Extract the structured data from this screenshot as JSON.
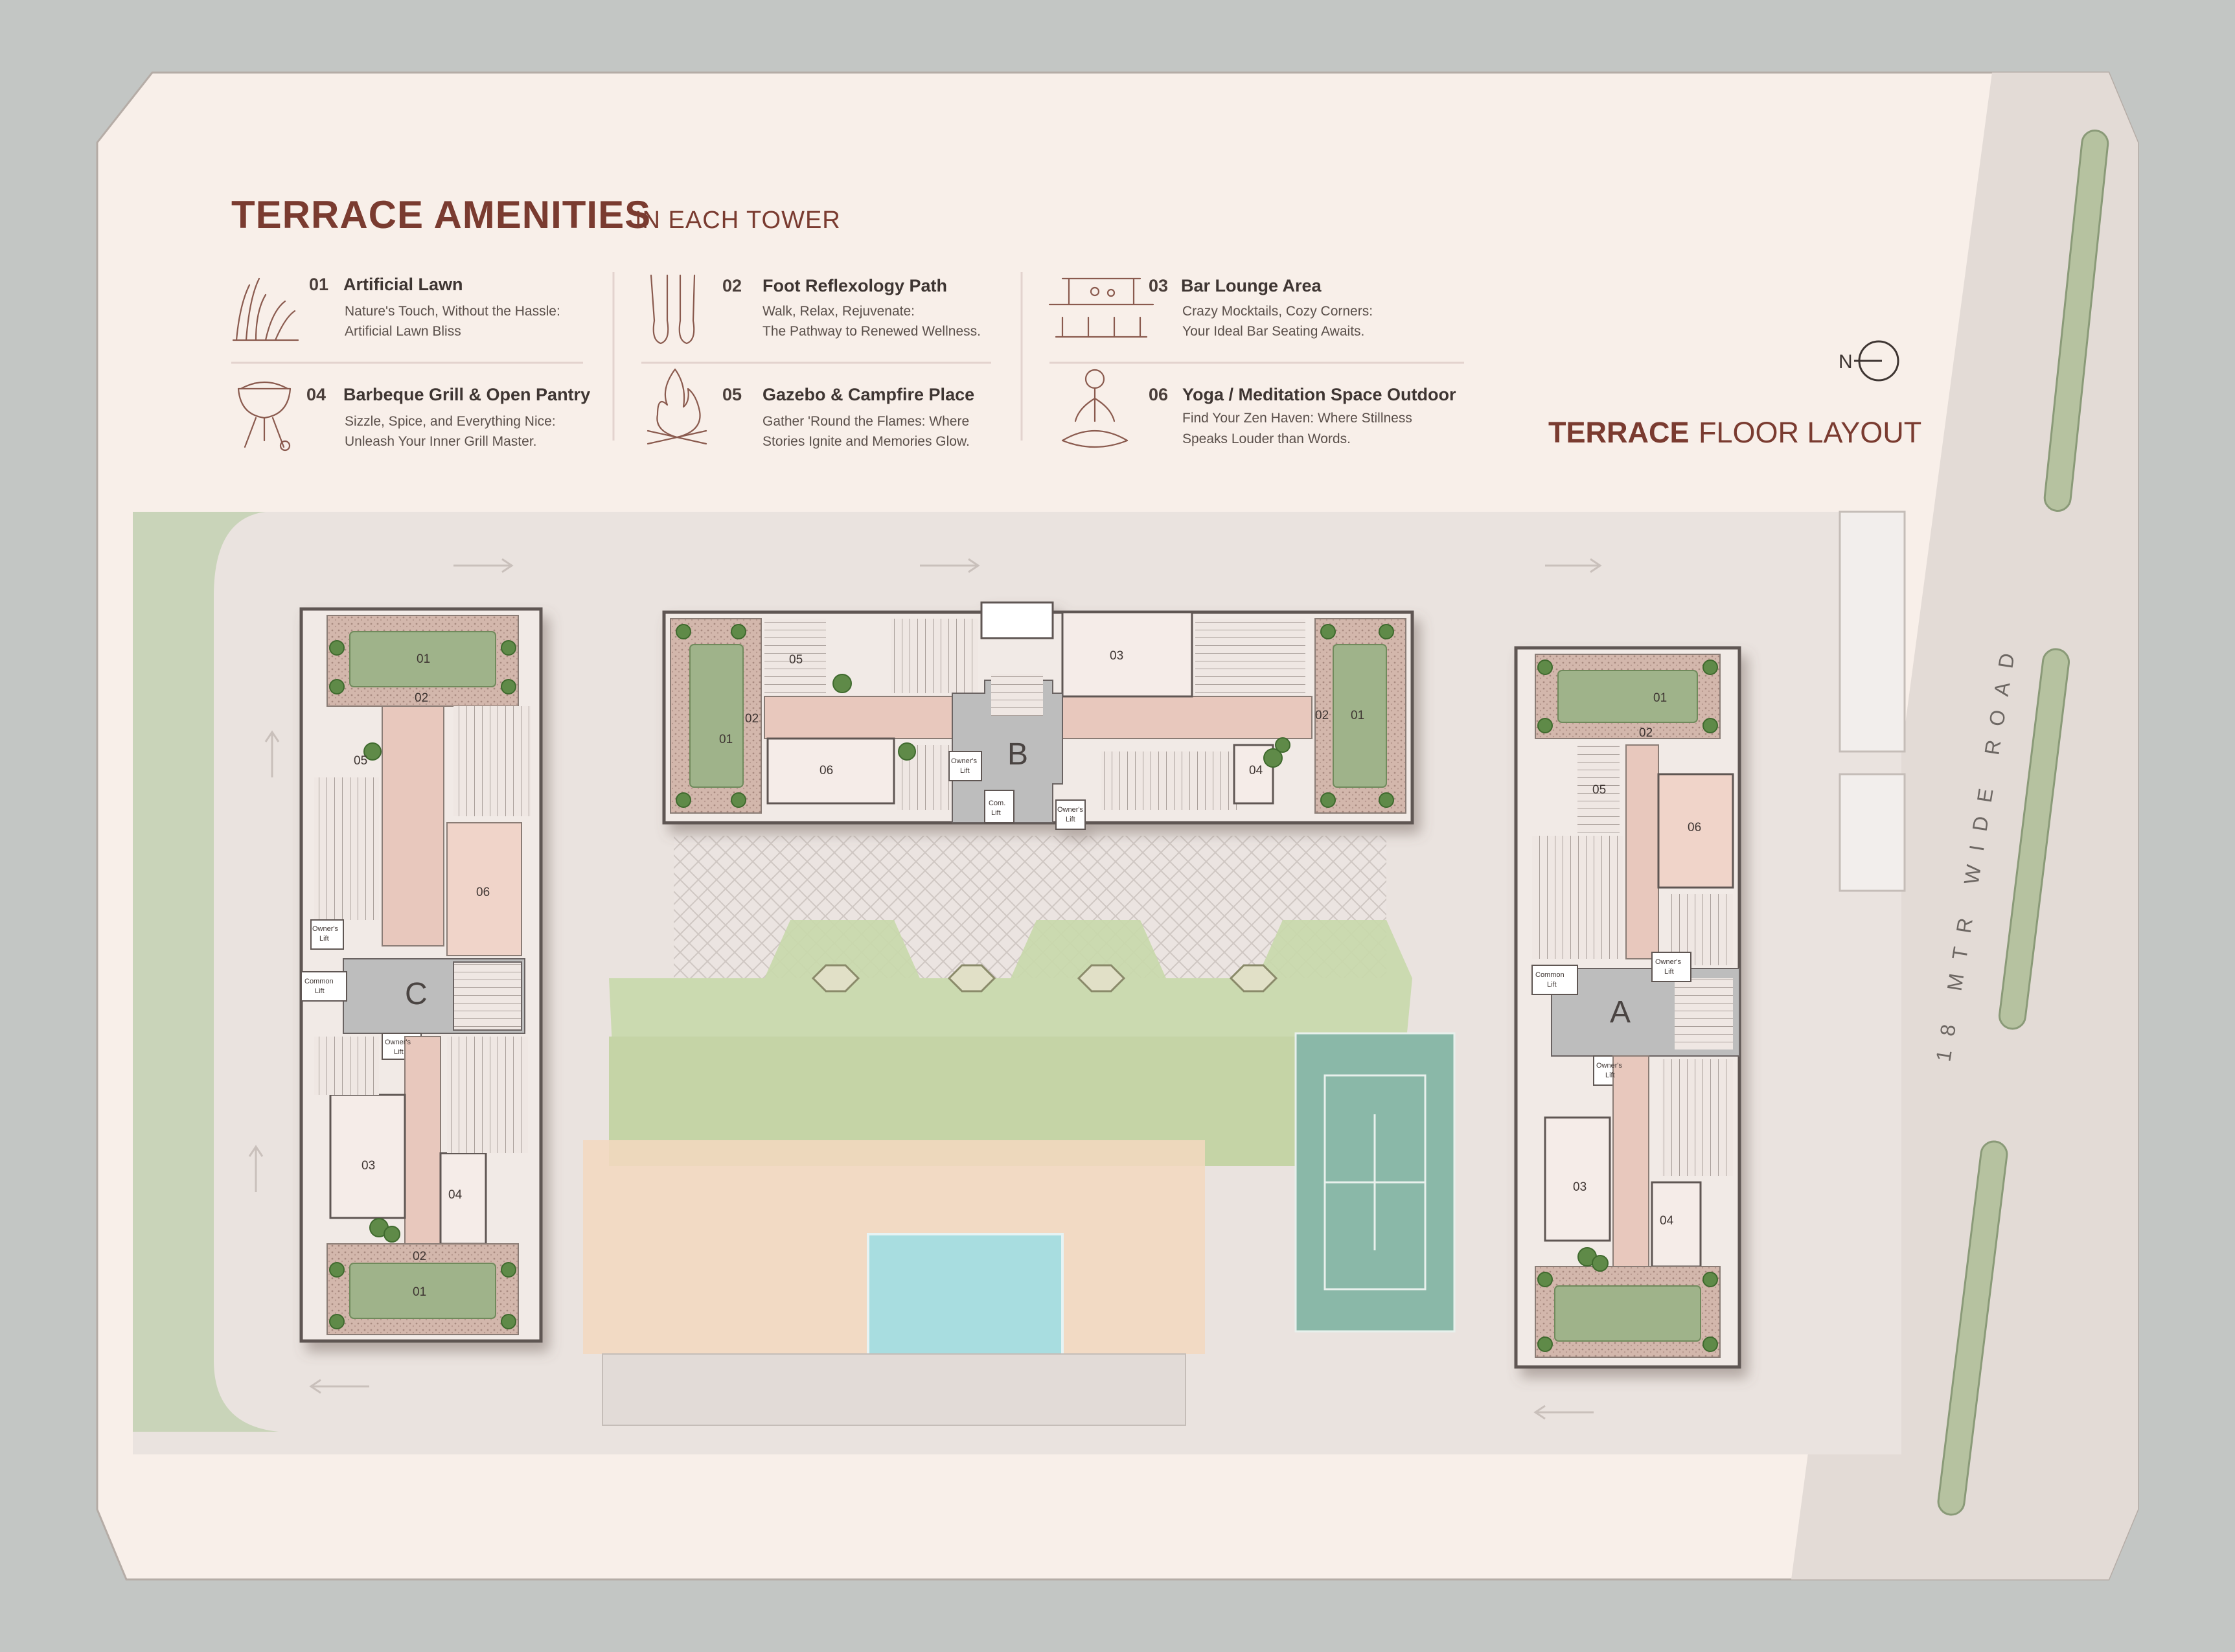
{
  "header": {
    "title": "TERRACE AMENITIES",
    "subtitle": "IN EACH TOWER"
  },
  "amenities": [
    {
      "number": "01",
      "name": "Artificial Lawn",
      "desc1": "Nature's Touch, Without the Hassle:",
      "desc2": "Artificial Lawn Bliss",
      "icon": "grass-icon"
    },
    {
      "number": "02",
      "name": "Foot Reflexology Path",
      "desc1": "Walk, Relax, Rejuvenate:",
      "desc2": "The Pathway to Renewed Wellness.",
      "icon": "feet-icon"
    },
    {
      "number": "03",
      "name": "Bar Lounge Area",
      "desc1": "Crazy Mocktails, Cozy Corners:",
      "desc2": "Your Ideal Bar Seating Awaits.",
      "icon": "bar-lounge-icon"
    },
    {
      "number": "04",
      "name": "Barbeque Grill & Open Pantry",
      "desc1": "Sizzle, Spice, and Everything Nice:",
      "desc2": "Unleash Your Inner Grill Master.",
      "icon": "grill-icon"
    },
    {
      "number": "05",
      "name": "Gazebo & Campfire Place",
      "desc1": "Gather 'Round the Flames: Where",
      "desc2": "Stories Ignite and Memories Glow.",
      "icon": "campfire-icon"
    },
    {
      "number": "06",
      "name": "Yoga / Meditation Space Outdoor",
      "desc1": "Find Your Zen Haven: Where Stillness",
      "desc2": "Speaks Louder than Words.",
      "icon": "yoga-icon"
    }
  ],
  "compass": {
    "label": "N",
    "icon": "north-arrow-icon"
  },
  "layout_title": {
    "bold": "TERRACE",
    "rest": "FLOOR LAYOUT"
  },
  "road_label": "18 MTR WIDE ROAD",
  "towers": {
    "A": {
      "label": "A",
      "rooms": [
        "01",
        "02",
        "03",
        "04",
        "05",
        "06"
      ],
      "owner_lift": [
        "Owner's",
        "Lift"
      ],
      "common_lift": [
        "Common",
        "Lift"
      ]
    },
    "B": {
      "label": "B",
      "rooms": [
        "01",
        "02",
        "03",
        "04",
        "05",
        "06",
        "02",
        "01"
      ],
      "owner_lift": [
        "Owner's",
        "Lift"
      ],
      "common_lift": [
        "Com.",
        "Lift"
      ]
    },
    "C": {
      "label": "C",
      "rooms": [
        "01",
        "02",
        "03",
        "04",
        "05",
        "06",
        "02",
        "01"
      ],
      "owner_lift": [
        "Owner's",
        "Lift"
      ],
      "common_lift": [
        "Common",
        "Lift"
      ]
    }
  },
  "colors": {
    "board": "#f8efe9",
    "title": "#7a3b30",
    "lawn": "#9fb38a",
    "core": "#bdbdbd",
    "corridor": "#e8c8bd",
    "pool": "#a8dde0",
    "court": "#8ab8a8",
    "road": "#e3dbd6"
  }
}
